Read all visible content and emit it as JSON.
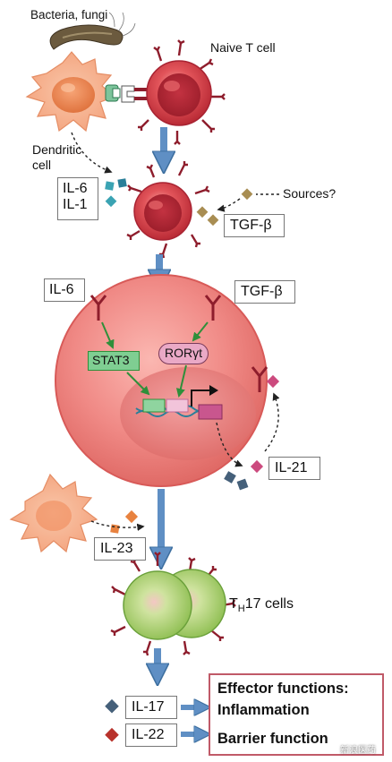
{
  "labels": {
    "bacteria_fungi": "Bacteria, fungi",
    "naive_t_cell": "Naive T cell",
    "dendritic_cell_line1": "Dendritic",
    "dendritic_cell_line2": "cell",
    "sources": "Sources?",
    "th17_prefix": "T",
    "th17_sub": "H",
    "th17_suffix": "17 cells"
  },
  "boxes": {
    "il6_il1_line1": "IL-6",
    "il6_il1_line2": "IL-1",
    "tgfb_top": "TGF-β",
    "il6_receptor": "IL-6",
    "tgfb_receptor": "TGF-β",
    "stat3": "STAT3",
    "rorgt": "RORγt",
    "il21": "IL-21",
    "il23": "IL-23",
    "il17": "IL-17",
    "il22": "IL-22"
  },
  "effector": {
    "title": "Effector functions:",
    "inflammation": "Inflammation",
    "barrier": "Barrier function"
  },
  "watermark": "新浪医药",
  "colors": {
    "cell_red": "#d9434a",
    "cell_pink": "#f08a86",
    "th17_green": "#a7cf6c",
    "receptor": "#8e1d2c",
    "arrow_blue": "#5f8fc4",
    "dashed": "#222222",
    "stat3_green": "#7fce92",
    "rorgt_pink": "#eaa9c6",
    "effector_border": "#c05a68"
  },
  "icons": [
    "bacteria-icon",
    "diamond-cytokine-icon",
    "receptor-icon",
    "dna-icon",
    "arrow-icon"
  ]
}
